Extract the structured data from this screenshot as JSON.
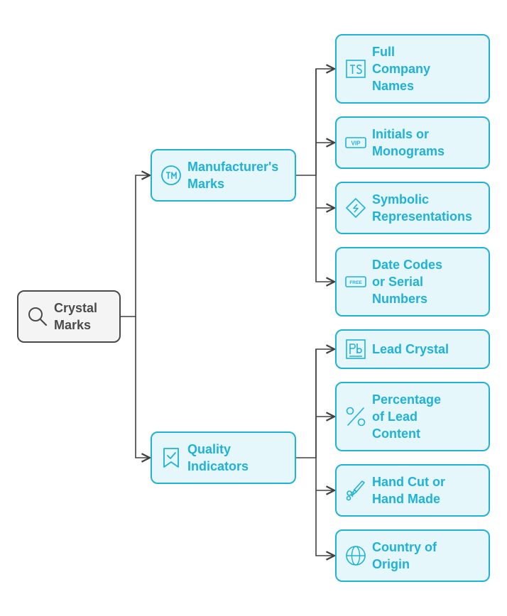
{
  "colors": {
    "accent": "#1fb2d6",
    "accent_bg": "#e6f7fc",
    "root": "#4a4a4a",
    "root_bg": "#f4f4f4",
    "connector": "#404040"
  },
  "root": {
    "label_lines": [
      "Crystal",
      "Marks"
    ],
    "icon": "search-icon"
  },
  "branches": [
    {
      "label_lines": [
        "Manufacturer's",
        "Marks"
      ],
      "icon": "trademark-icon",
      "children": [
        {
          "label_lines": [
            "Full",
            "Company",
            "Names"
          ],
          "icon": "ts-text-icon"
        },
        {
          "label_lines": [
            "Initials or",
            "Monograms"
          ],
          "icon": "vip-badge-icon"
        },
        {
          "label_lines": [
            "Symbolic",
            "Representations"
          ],
          "icon": "diamond-symbol-icon"
        },
        {
          "label_lines": [
            "Date Codes",
            "or Serial",
            "Numbers"
          ],
          "icon": "free-badge-icon"
        }
      ]
    },
    {
      "label_lines": [
        "Quality",
        "Indicators"
      ],
      "icon": "bookmark-check-icon",
      "children": [
        {
          "label_lines": [
            "Lead Crystal"
          ],
          "icon": "pb-element-icon"
        },
        {
          "label_lines": [
            "Percentage",
            "of Lead",
            "Content"
          ],
          "icon": "percent-icon"
        },
        {
          "label_lines": [
            "Hand Cut or",
            "Hand Made"
          ],
          "icon": "hand-tool-icon"
        },
        {
          "label_lines": [
            "Country of",
            "Origin"
          ],
          "icon": "globe-icon"
        }
      ]
    }
  ]
}
